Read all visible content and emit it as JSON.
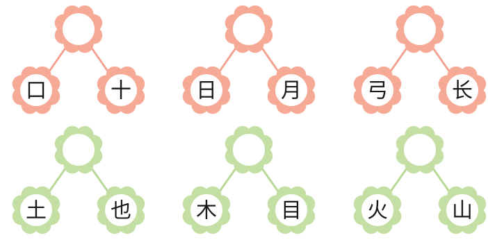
{
  "colors": {
    "pink_petal": "#f6a995",
    "pink_line": "#f4a391",
    "green_petal": "#c4dfa4",
    "green_line": "#b9d898",
    "center_fill": "#ffffff",
    "text": "#1a1a1a"
  },
  "rows": [
    {
      "color_theme": "pink",
      "trees": [
        {
          "top": "",
          "left": "口",
          "right": "十"
        },
        {
          "top": "",
          "left": "日",
          "right": "月"
        },
        {
          "top": "",
          "left": "弓",
          "right": "长"
        }
      ]
    },
    {
      "color_theme": "green",
      "trees": [
        {
          "top": "",
          "left": "土",
          "right": "也"
        },
        {
          "top": "",
          "left": "木",
          "right": "目"
        },
        {
          "top": "",
          "left": "火",
          "right": "山"
        }
      ]
    }
  ]
}
